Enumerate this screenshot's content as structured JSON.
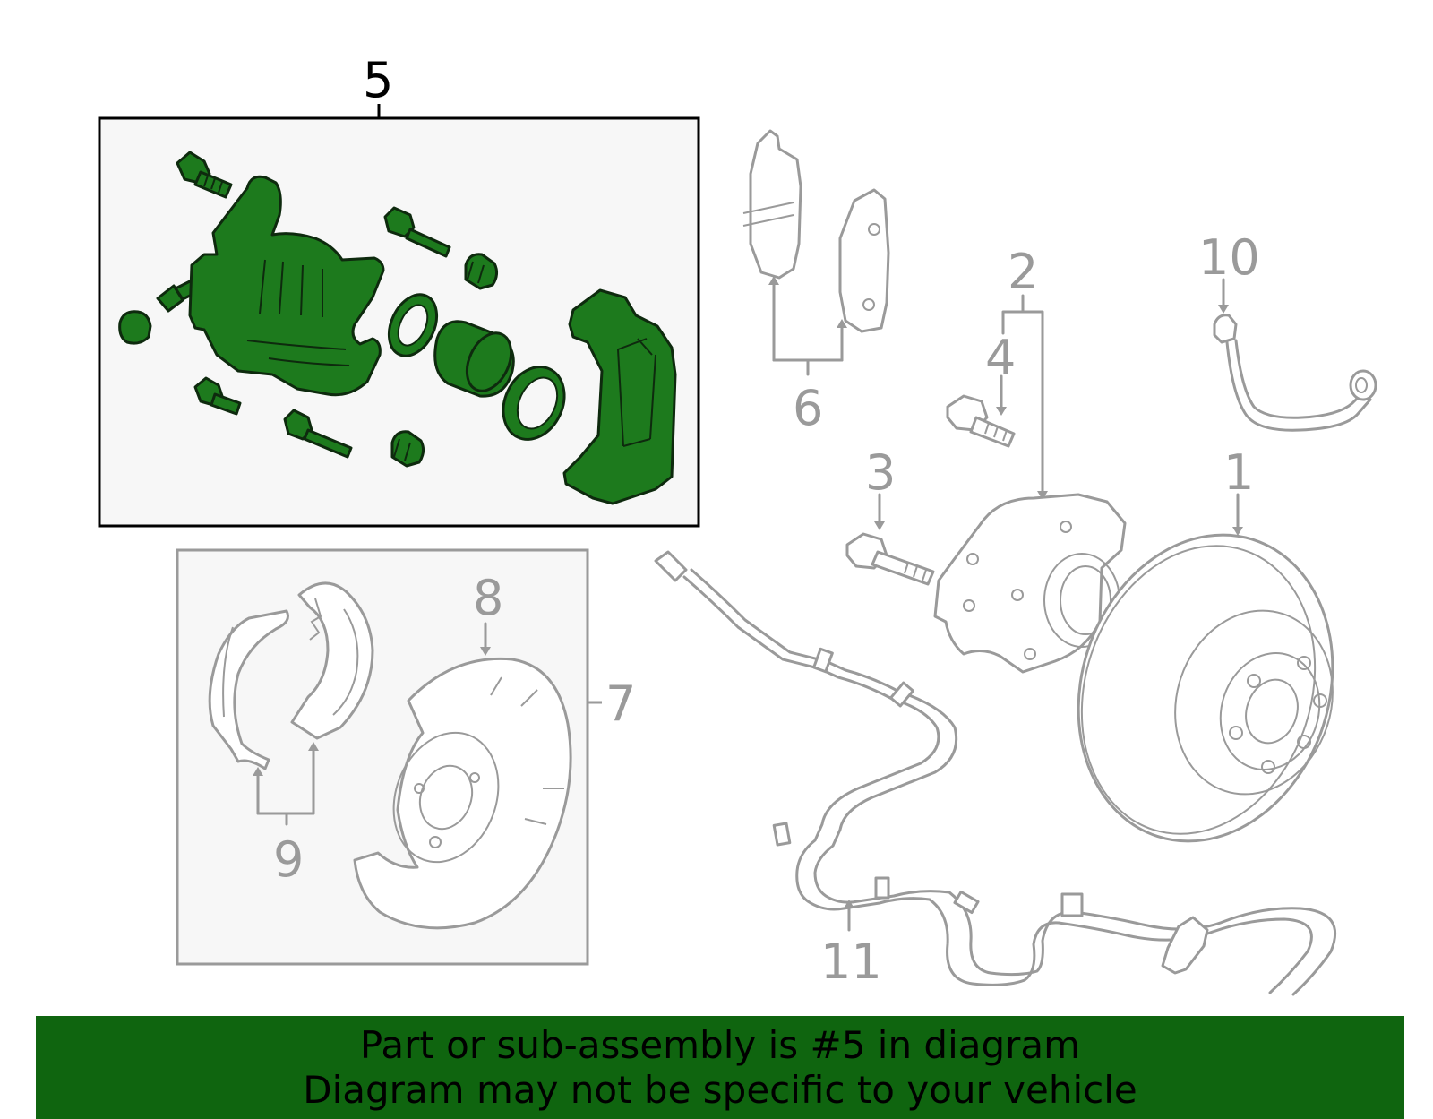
{
  "labels": {
    "p1": "1",
    "p2": "2",
    "p3": "3",
    "p4": "4",
    "p5": "5",
    "p6": "6",
    "p7": "7",
    "p8": "8",
    "p9": "9",
    "p10": "10",
    "p11": "11"
  },
  "banner": {
    "line1": "Part or sub-assembly is #5 in diagram",
    "line2": "Diagram may not be specific to your vehicle"
  },
  "colors": {
    "highlight": "#1d7a1d",
    "banner": "#0f650f",
    "line": "#9a9a9a",
    "box_fill": "#f7f7f7"
  }
}
